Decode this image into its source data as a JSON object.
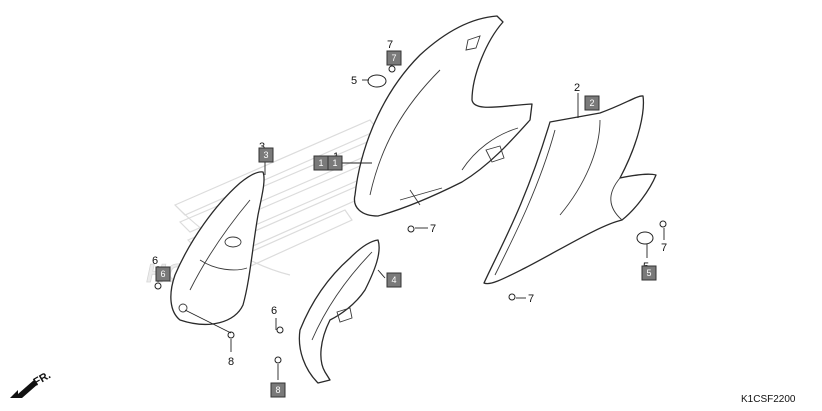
{
  "callouts": {
    "p1": "1",
    "p1_box_a": "1",
    "p1_box_b": "1",
    "p2": "2",
    "p2_box": "2",
    "p3": "3",
    "p3_box": "3",
    "p4_box": "4",
    "p5_top": "5",
    "p5_right": "5",
    "p5_box": "5",
    "p6_left": "6",
    "p6_left_box": "6",
    "p6_mid": "6",
    "p7_top": "7",
    "p7_top_box": "7",
    "p7_center": "7",
    "p7_right": "7",
    "p7_bottom": "7",
    "p8_left": "8",
    "p8_box": "8"
  },
  "direction_label": "FR.",
  "diagram_code": "K1CSF2200",
  "watermark_text": "HONDA"
}
